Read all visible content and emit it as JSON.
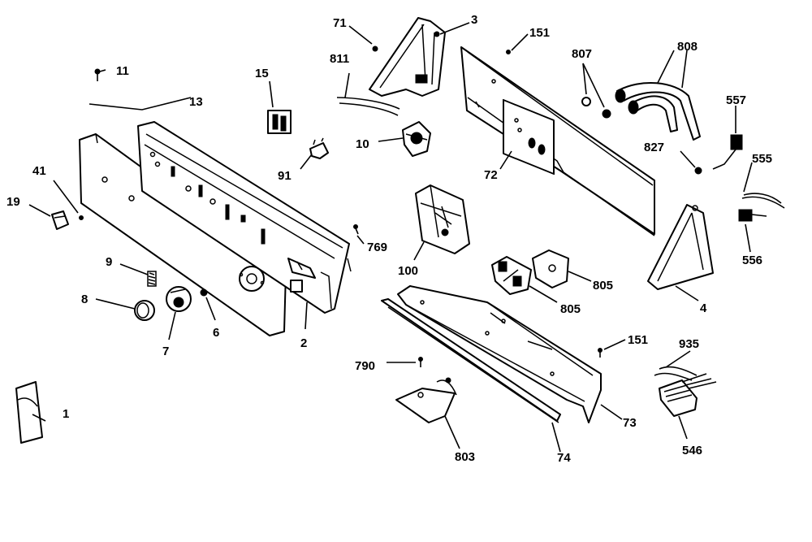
{
  "callouts": {
    "c1": "1",
    "c2": "2",
    "c3": "3",
    "c4": "4",
    "c6": "6",
    "c7": "7",
    "c8": "8",
    "c9": "9",
    "c10": "10",
    "c11": "11",
    "c13": "13",
    "c15": "15",
    "c19": "19",
    "c41": "41",
    "c71": "71",
    "c72": "72",
    "c73": "73",
    "c74": "74",
    "c91": "91",
    "c100": "100",
    "c151a": "151",
    "c151b": "151",
    "c546": "546",
    "c555": "555",
    "c556": "556",
    "c557": "557",
    "c769": "769",
    "c790": "790",
    "c803": "803",
    "c805a": "805",
    "c805b": "805",
    "c807": "807",
    "c808": "808",
    "c811": "811",
    "c827": "827",
    "c935": "935"
  }
}
